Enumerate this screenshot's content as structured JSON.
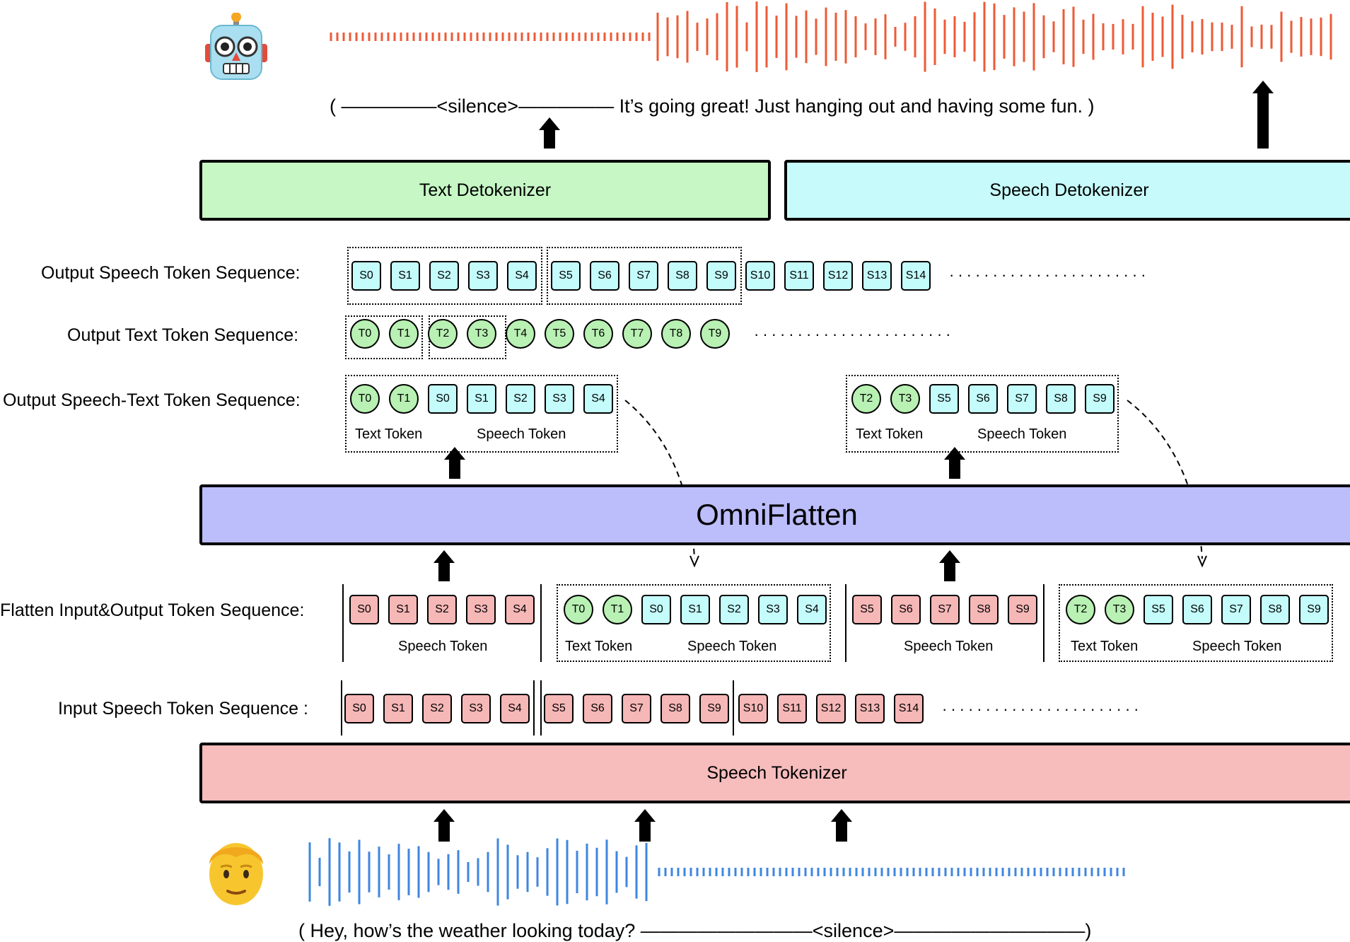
{
  "labels": {
    "out_speech_seq": "Output Speech Token Sequence:",
    "out_text_seq": "Output Text Token Sequence:",
    "out_speech_text_seq": "Output Speech-Text Token Sequence:",
    "flatten_seq": "Flatten Input&Output Token Sequence:",
    "in_speech_seq": "Input Speech Token Sequence :"
  },
  "blocks": {
    "text_detok": "Text Detokenizer",
    "speech_detok": "Speech Detokenizer",
    "omniflatten": "OmniFlatten",
    "speech_tok": "Speech Tokenizer"
  },
  "transcripts": {
    "bot": "( —————<silence>—————   It’s going great! Just hanging out and having some fun. )",
    "user": "( Hey,  how’s the weather looking today?  —————————<silence>——————————)"
  },
  "captions": {
    "text_token": "Text Token",
    "speech_token": "Speech Token"
  },
  "ellipsis": "·······················",
  "tokens": {
    "out_speech": [
      "S0",
      "S1",
      "S2",
      "S3",
      "S4",
      "S5",
      "S6",
      "S7",
      "S8",
      "S9",
      "S10",
      "S11",
      "S12",
      "S13",
      "S14"
    ],
    "out_text": [
      "T0",
      "T1",
      "T2",
      "T3",
      "T4",
      "T5",
      "T6",
      "T7",
      "T8",
      "T9"
    ],
    "st_group1": [
      "T0",
      "T1",
      "S0",
      "S1",
      "S2",
      "S3",
      "S4"
    ],
    "st_group2": [
      "T2",
      "T3",
      "S5",
      "S6",
      "S7",
      "S8",
      "S9"
    ],
    "flat_in1": [
      "S0",
      "S1",
      "S2",
      "S3",
      "S4"
    ],
    "flat_out1": [
      "T0",
      "T1",
      "S0",
      "S1",
      "S2",
      "S3",
      "S4"
    ],
    "flat_in2": [
      "S5",
      "S6",
      "S7",
      "S8",
      "S9"
    ],
    "flat_out2": [
      "T2",
      "T3",
      "S5",
      "S6",
      "S7",
      "S8",
      "S9"
    ],
    "in_speech": [
      "S0",
      "S1",
      "S2",
      "S3",
      "S4",
      "S5",
      "S6",
      "S7",
      "S8",
      "S9",
      "S10",
      "S11",
      "S12",
      "S13",
      "S14"
    ]
  },
  "colors": {
    "text_detok_fill": "#c6f7c5",
    "speech_detok_fill": "#c7fbfb",
    "omniflatten_fill": "#bcbdfb",
    "speech_tok_fill": "#f7bcbc",
    "bot_wave": "#ee5a35",
    "user_wave": "#3e86e0"
  },
  "icons": {
    "bot": "robot-emoji",
    "user": "man-emoji"
  }
}
